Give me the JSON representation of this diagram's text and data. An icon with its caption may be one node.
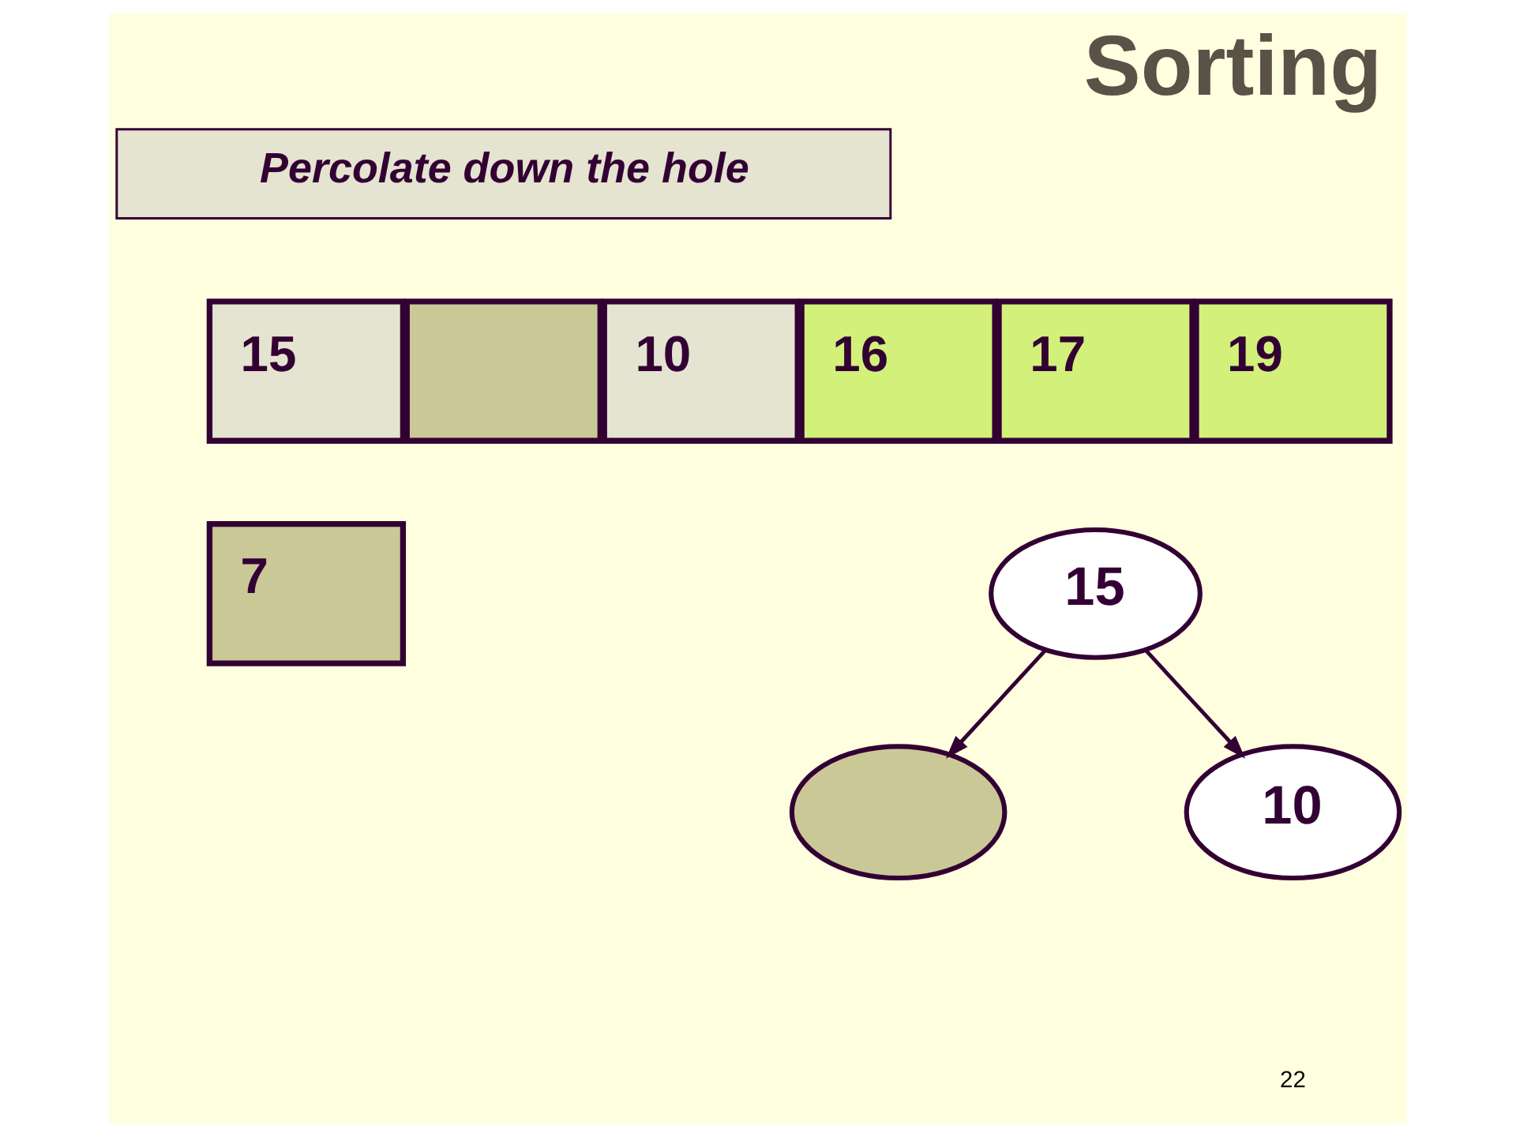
{
  "diagram": {
    "title": "Sorting",
    "nodes": [
      {
        "text": [
          "Percolate down the hole"
        ]
      },
      {
        "text": [
          "15"
        ]
      },
      {
        "text": [],
        "shape": "box"
      },
      {
        "text": [
          "10"
        ]
      },
      {
        "text": [
          "16"
        ]
      },
      {
        "text": [
          "17"
        ]
      },
      {
        "text": [
          "19"
        ]
      },
      {
        "text": [
          "7"
        ]
      },
      {
        "text": [
          "15"
        ]
      },
      {
        "text": [],
        "shape": "ellipse"
      },
      {
        "text": [
          "10"
        ]
      }
    ],
    "edges": [
      {
        "from": 8,
        "to": 9,
        "arrow": "to"
      },
      {
        "from": 8,
        "to": 10,
        "arrow": "to"
      }
    ],
    "labels": [
      "22"
    ]
  }
}
